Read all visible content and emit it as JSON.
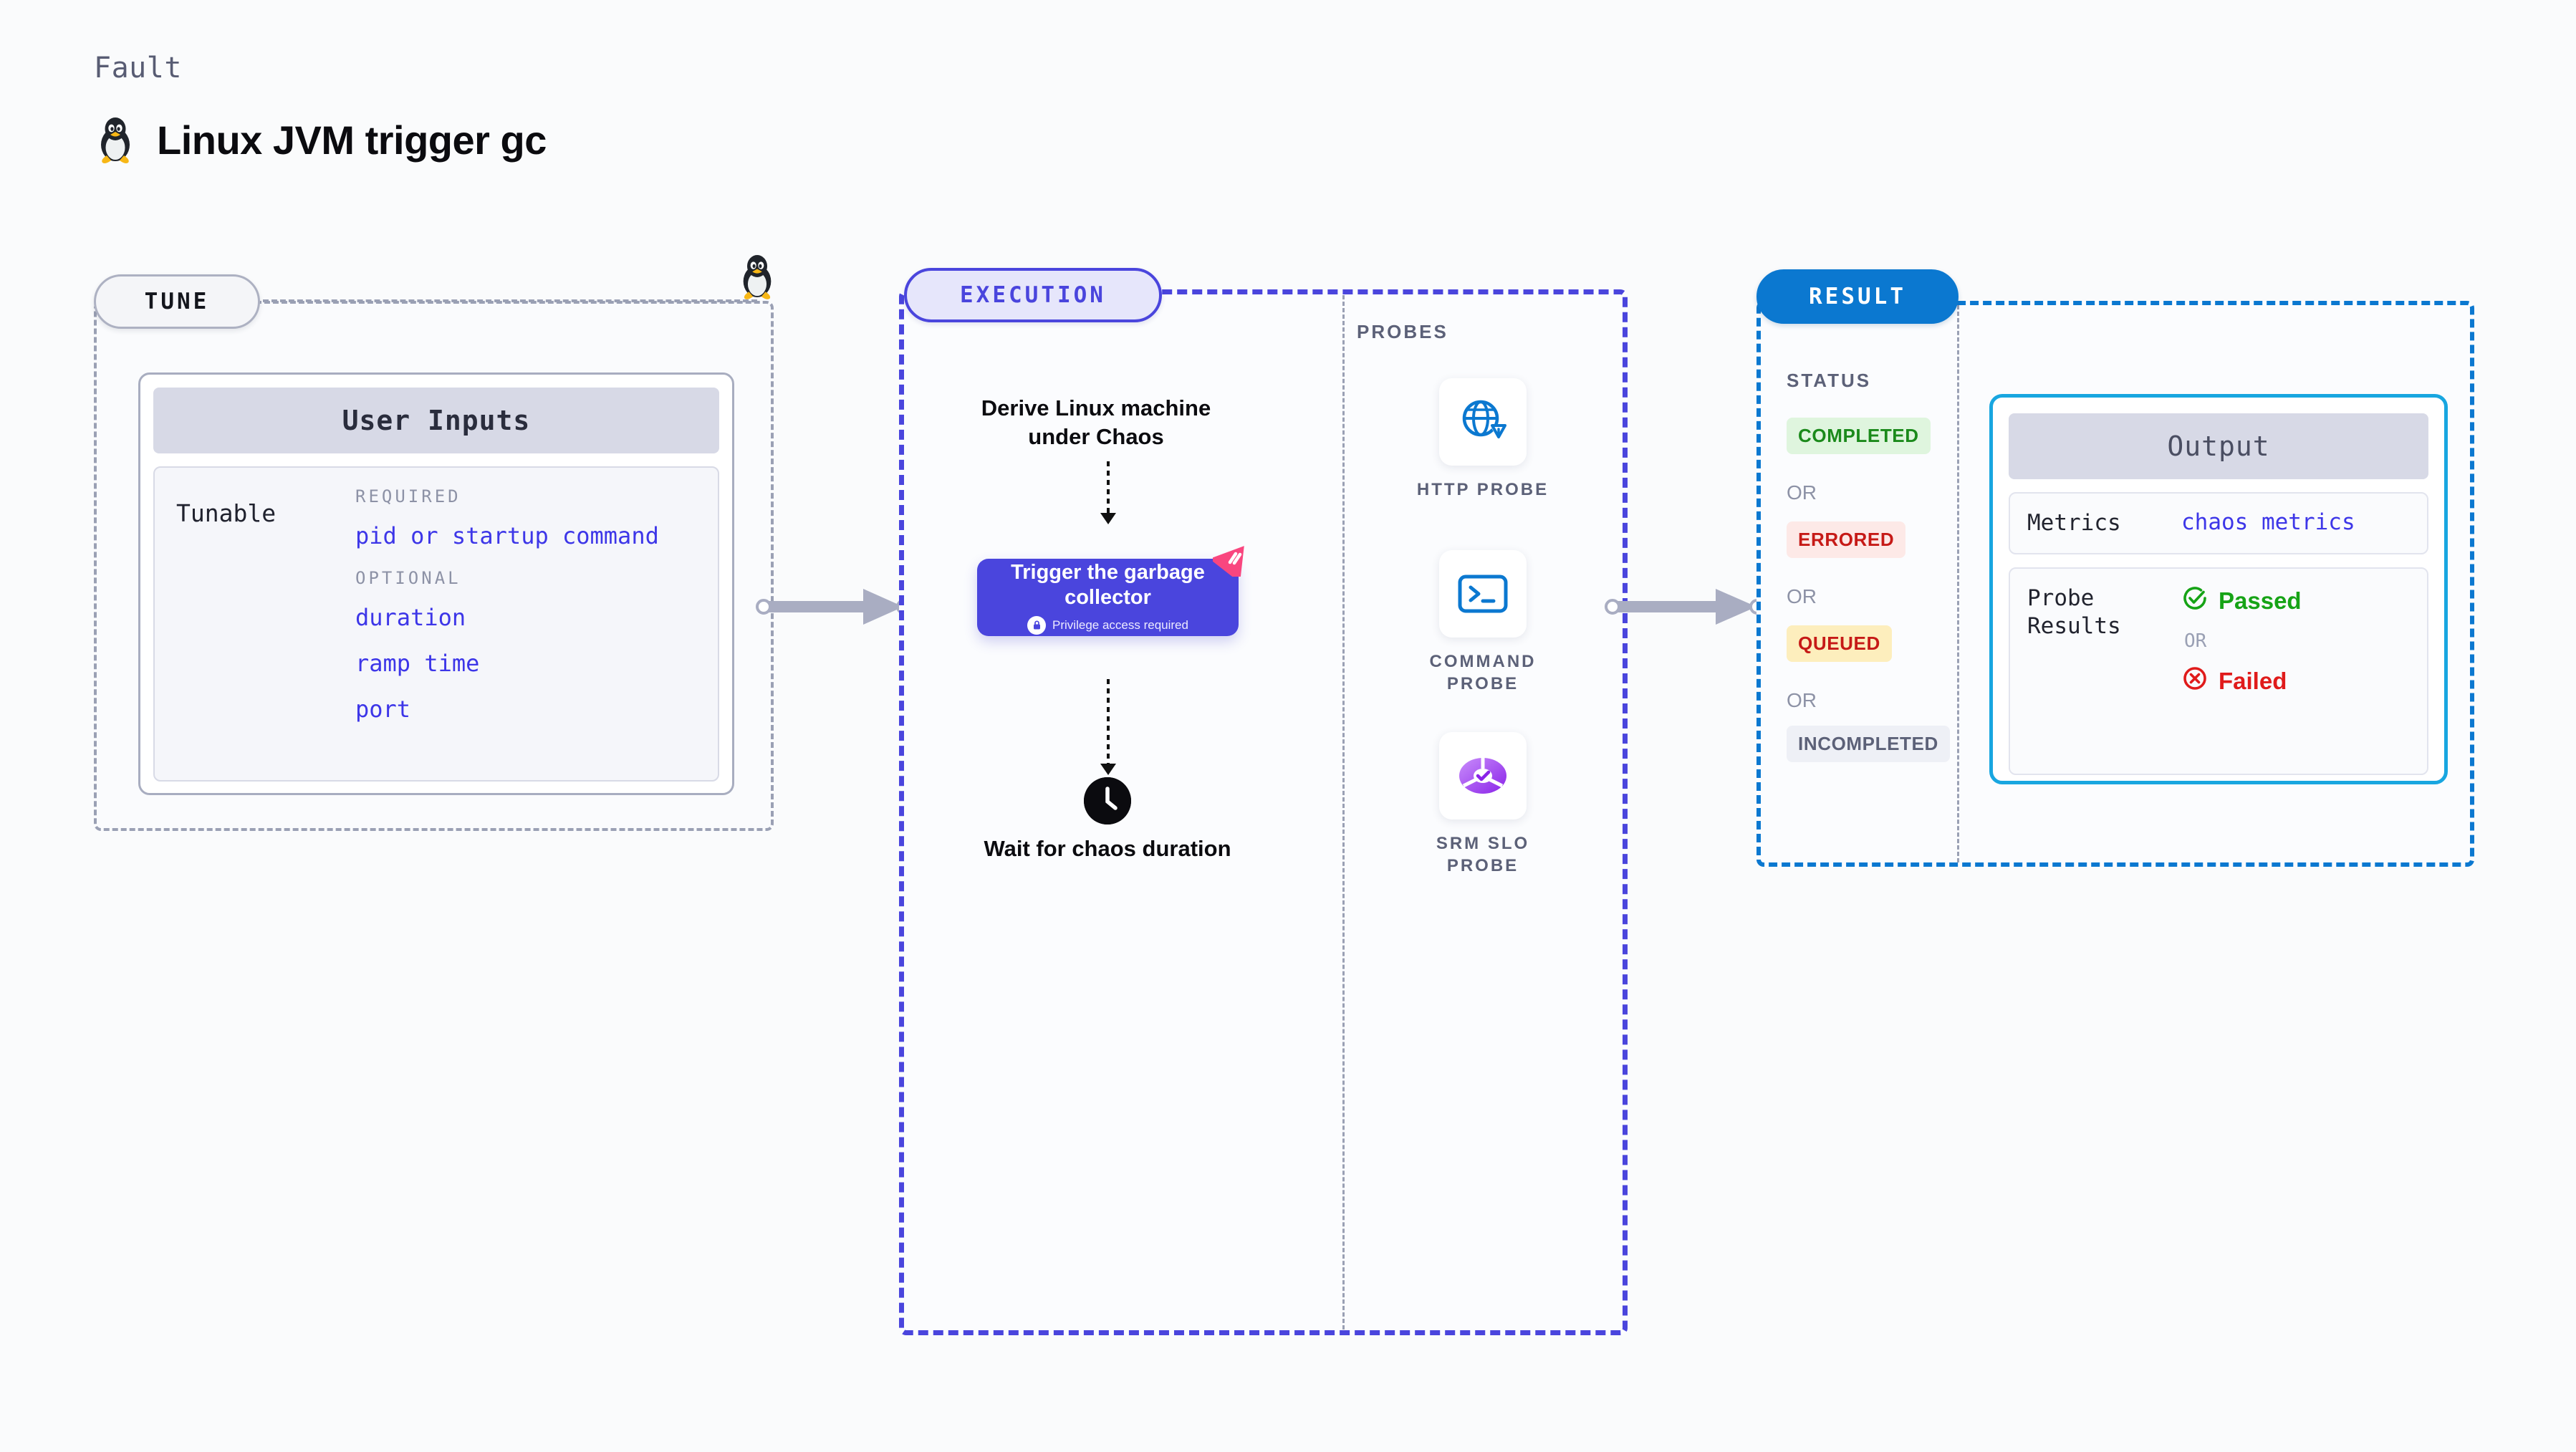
{
  "header": {
    "eyebrow": "Fault",
    "title": "Linux JVM trigger gc",
    "icon": "tux-penguin-icon"
  },
  "tune": {
    "pill_label": "TUNE",
    "penguin_icon": "tux-penguin-icon",
    "card": {
      "title": "User Inputs",
      "row_label": "Tunable",
      "required_label": "REQUIRED",
      "required_fields": [
        "pid or startup command"
      ],
      "optional_label": "OPTIONAL",
      "optional_fields": [
        "duration",
        "ramp time",
        "port"
      ]
    }
  },
  "execution": {
    "pill_label": "EXECUTION",
    "step_1": "Derive Linux machine under Chaos",
    "node": {
      "title": "Trigger the garbage collector",
      "privilege_note": "Privilege access required",
      "lock_icon": "lock-icon",
      "badge_icon": "litmus-mark-icon"
    },
    "step_3": "Wait for chaos duration",
    "clock_icon": "clock-icon"
  },
  "probes": {
    "section_label": "PROBES",
    "items": [
      {
        "label": "HTTP PROBE",
        "icon": "globe-warning-icon"
      },
      {
        "label": "COMMAND PROBE",
        "icon": "terminal-icon"
      },
      {
        "label": "SRM SLO PROBE",
        "icon": "slo-donut-check-icon"
      }
    ]
  },
  "result": {
    "pill_label": "RESULT",
    "status_label": "STATUS",
    "or_label": "OR",
    "statuses": [
      {
        "label": "COMPLETED",
        "bg": "#dff5de",
        "color": "#1b8a1b"
      },
      {
        "label": "ERRORED",
        "bg": "#fde9e7",
        "color": "#c61a17"
      },
      {
        "label": "QUEUED",
        "bg": "#fdeebd",
        "color": "#c61a17"
      },
      {
        "label": "INCOMPLETED",
        "bg": "#eef0f6",
        "color": "#5c6178"
      }
    ],
    "output": {
      "title": "Output",
      "metrics_key": "Metrics",
      "metrics_value": "chaos metrics",
      "probe_results_key": "Probe Results",
      "passed_label": "Passed",
      "failed_label": "Failed",
      "or_label": "OR",
      "passed_icon": "check-circle-icon",
      "failed_icon": "x-circle-icon"
    }
  },
  "colors": {
    "accent_purple": "#4a45dd",
    "accent_blue": "#0b78d0",
    "accent_cyan": "#18a6e0",
    "link_blue": "#3d36e8",
    "pink_mark": "#f9467f",
    "muted": "#5c6178"
  }
}
